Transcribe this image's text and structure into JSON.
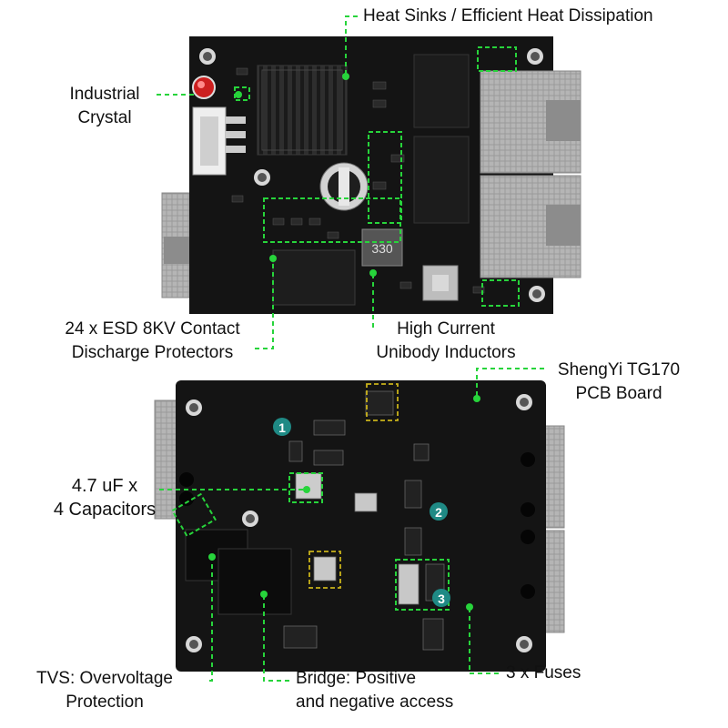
{
  "labels": {
    "heat_sinks": "Heat Sinks / Efficient Heat Dissipation",
    "crystal_line1": "Industrial",
    "crystal_line2": "Crystal",
    "esd_line1": "24 x ESD 8KV Contact",
    "esd_line2": "Discharge Protectors",
    "inductors_line1": "High Current",
    "inductors_line2": "Unibody Inductors",
    "pcb_line1": "ShengYi TG170",
    "pcb_line2": "PCB Board",
    "caps_line1": "4.7 uF x",
    "caps_line2": "4 Capacitors",
    "tvs_line1": "TVS: Overvoltage",
    "tvs_line2": "Protection",
    "bridge_line1": "Bridge: Positive",
    "bridge_line2": "and negative access",
    "fuses": "3 x Fuses"
  },
  "markers": [
    "1",
    "2",
    "3"
  ],
  "chip_marking": "330",
  "colors": {
    "accent": "#27d43b",
    "board": "#121212",
    "marker": "#1f8a85"
  }
}
